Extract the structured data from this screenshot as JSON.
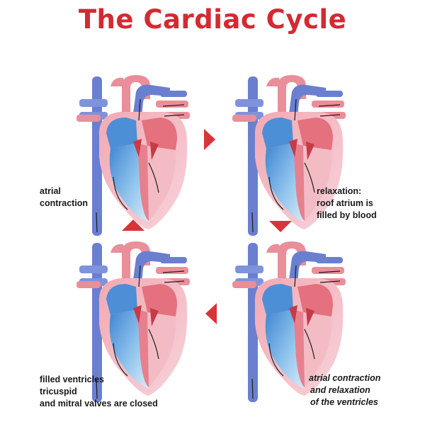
{
  "title": "The Cardiac Cycle",
  "colors": {
    "title": "#d42a32",
    "vein_blue": "#6b7fd0",
    "artery_pink": "#ea8e99",
    "chamber_blue": "#4d8fd6",
    "arrow_red": "#d7353a"
  },
  "stages": [
    {
      "id": "atrial-contraction",
      "caption_lines": [
        "atrial",
        "contraction"
      ]
    },
    {
      "id": "relaxation",
      "caption_lines": [
        "relaxation:",
        "roof atrium is",
        "filled by blood"
      ]
    },
    {
      "id": "atrial-contraction-ventricle-relaxation",
      "caption_lines": [
        "atrial contraction",
        "and relaxation",
        "of the ventricles"
      ]
    },
    {
      "id": "filled-ventricles",
      "caption_lines": [
        "filled ventricles",
        "tricuspid",
        "and mitral valves are closed"
      ]
    }
  ],
  "cycle_arrows": [
    "right-arrow",
    "down-arrow",
    "left-arrow",
    "up-arrow"
  ]
}
